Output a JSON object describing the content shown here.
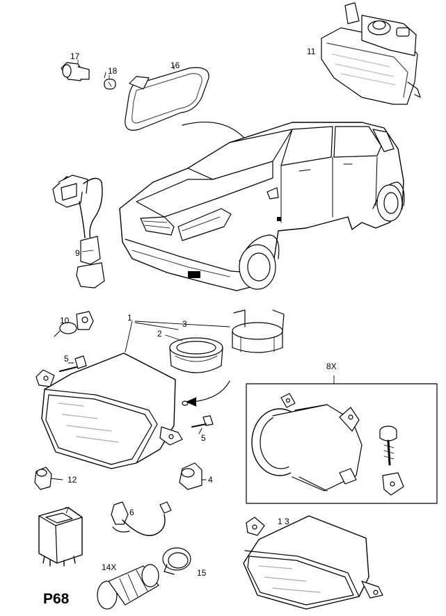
{
  "page_code": "P68",
  "callouts": {
    "c1": "1",
    "c2": "2",
    "c3": "3",
    "c4": "4",
    "c5a": "5",
    "c5b": "5",
    "c6": "6",
    "c7": "7",
    "c8x": "8X",
    "c9": "9",
    "c10": "10",
    "c11": "11",
    "c12": "12",
    "c13": "1 3",
    "c14x": "14X",
    "c15": "15",
    "c16": "16",
    "c17": "17",
    "c18": "18"
  }
}
